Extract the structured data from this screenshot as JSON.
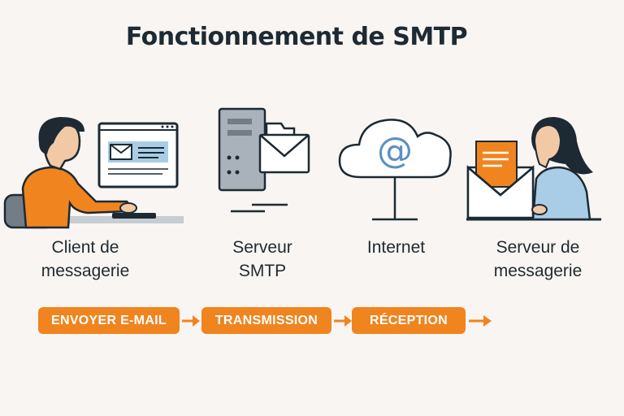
{
  "title": "Fonctionnement de SMTP",
  "nodes": [
    {
      "label": "Client de\nmessagerie",
      "icon": "person-at-computer-icon"
    },
    {
      "label": "Serveur\nSMTP",
      "icon": "server-with-envelope-icon"
    },
    {
      "label": "Internet",
      "icon": "cloud-at-icon"
    },
    {
      "label": "Serveur de\nmessagerie",
      "icon": "person-with-mail-icon"
    }
  ],
  "steps": [
    "ENVOYER E-MAIL",
    "TRANSMISSION",
    "RÉCEPTION"
  ],
  "colors": {
    "accent": "#f0841f",
    "cloud_at": "#5b8fc4",
    "dark": "#1d2a33",
    "screen": "#a9cde6",
    "server": "#a9b2ba"
  }
}
